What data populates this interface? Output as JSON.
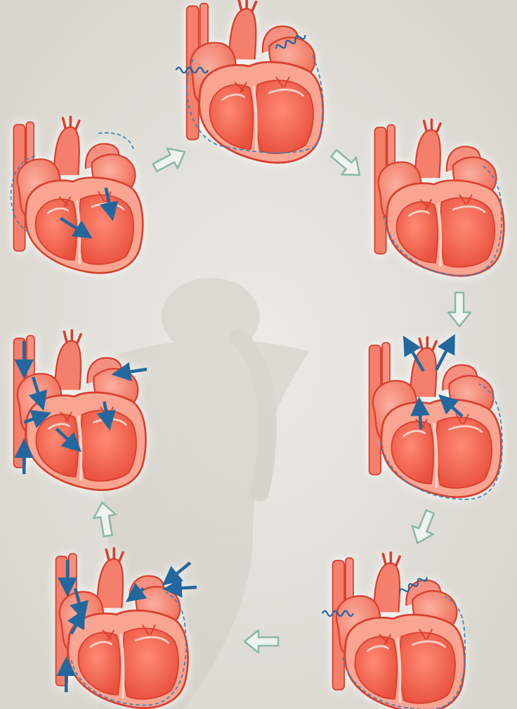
{
  "diagram": {
    "colors": {
      "background": "#e6e3dc",
      "silhouette": "#d2cec6",
      "heart_fill": "#f06a55",
      "heart_light": "#f9a592",
      "heart_stroke": "#d8402e",
      "heart_highlight": "#fbd3c8",
      "vessel_fill": "#f47f6c",
      "pericardium_dash": "#3f86b7",
      "flow_arrow": "#23679e",
      "cycle_arrow_stroke": "#8ab8a4",
      "cycle_arrow_fill": "#eef3ee"
    },
    "icons": {
      "heart": "heart-icon",
      "blood_flow": "arrow-icon",
      "electrical_signal": "wave-icon",
      "cycle_step": "hollow-arrow-icon"
    },
    "stages": [
      {
        "name": "heart-stage-1",
        "signals": 2,
        "flow_arrows": 0
      },
      {
        "name": "heart-stage-2",
        "signals": 0,
        "flow_arrows": 0
      },
      {
        "name": "heart-stage-3",
        "signals": 0,
        "flow_arrows": 4
      },
      {
        "name": "heart-stage-4",
        "signals": 2,
        "flow_arrows": 0
      },
      {
        "name": "heart-stage-5",
        "signals": 0,
        "flow_arrows": 7
      },
      {
        "name": "heart-stage-6",
        "signals": 0,
        "flow_arrows": 7
      },
      {
        "name": "heart-stage-7",
        "signals": 0,
        "flow_arrows": 2
      }
    ]
  }
}
